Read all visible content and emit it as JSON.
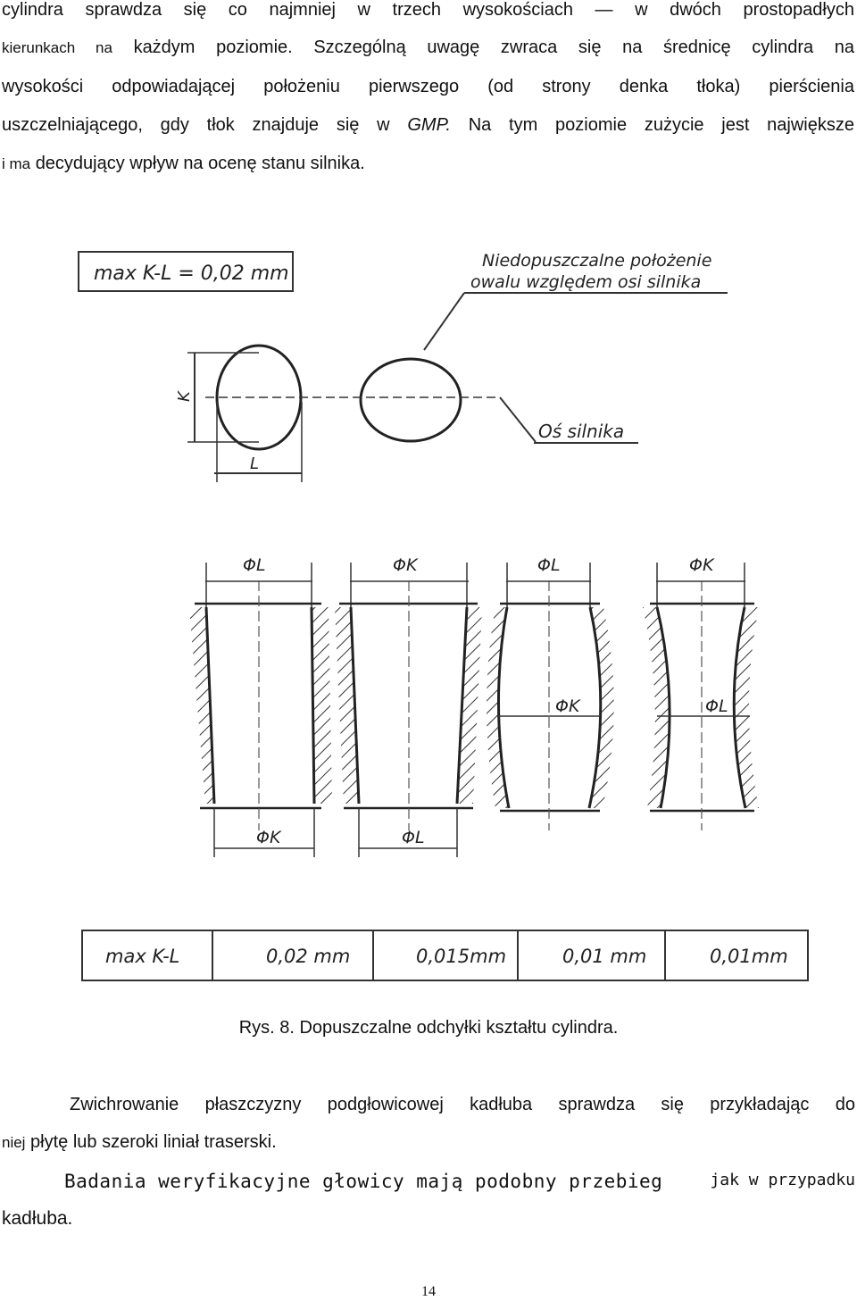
{
  "paragraph1": {
    "l1": "cylindra sprawdza się co najmniej w trzech wysokościach — w dwóch prostopadłych",
    "l2a": "kierunkach na",
    "l2b": "każdym poziomie. Szczególną uwagę zwraca się na średnicę cylindra na",
    "l3": "wysokości odpowiadającej położeniu pierwszego (od strony denka tłoka) pierścienia",
    "l4a": "uszczelniającego, gdy tłok znajduje się w",
    "l4b": "GMP.",
    "l4c": "Na tym poziomie zużycie jest największe",
    "l5a": "i ma",
    "l5b": "decydujący wpływ na ocenę stanu silnika."
  },
  "figure": {
    "top_label": "max K-L = 0,02 mm",
    "annotation_line1": "Niedopuszczalne położenie",
    "annotation_line2": "owalu względem osi silnika",
    "axis_label": "Oś silnika",
    "dim_k": "K",
    "dim_l": "L",
    "cyl1_top": "ΦL",
    "cyl1_bottom": "ΦK",
    "cyl2_top": "ΦK",
    "cyl2_bottom": "ΦL",
    "cyl3_top": "ΦL",
    "cyl3_mid": "ΦK",
    "cyl4_top": "ΦK",
    "cyl4_mid": "ΦL",
    "table": {
      "header": "max K-L",
      "values": [
        "0,02 mm",
        "0,015mm",
        "0,01 mm",
        "0,01mm"
      ]
    }
  },
  "caption": "Rys. 8. Dopuszczalne odchyłki kształtu cylindra.",
  "paragraph2": {
    "l1": "Zwichrowanie płaszczyzny podgłowicowej kadłuba sprawdza się przykładając do",
    "l2a": "niej",
    "l2b": "płytę lub szeroki liniał traserski."
  },
  "paragraph3": {
    "l1a": "Badania weryfikacyjne głowicy mają podobny przebieg",
    "l1b": "jak w przypadku",
    "l2": "kadłuba."
  },
  "page_number": "14"
}
